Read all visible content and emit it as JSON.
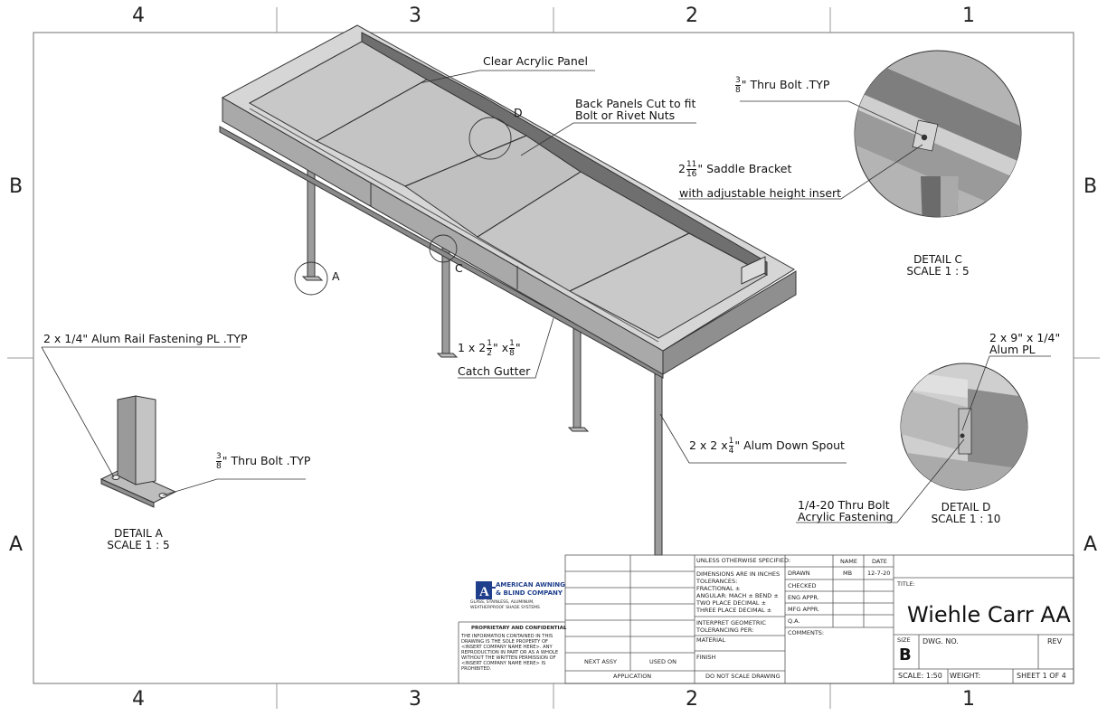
{
  "zones": {
    "top": [
      "4",
      "3",
      "2",
      "1"
    ],
    "bottom": [
      "4",
      "3",
      "2",
      "1"
    ],
    "left": [
      "B",
      "A"
    ],
    "right": [
      "B",
      "A"
    ]
  },
  "callouts": {
    "clear_acrylic_panel": "Clear Acrylic Panel",
    "back_panels_line1": "Back Panels Cut to fit",
    "back_panels_line2": "Bolt or Rivet Nuts",
    "thru_bolt_c": {
      "num": "3",
      "den": "8",
      "text": "\" Thru Bolt .TYP"
    },
    "saddle_bracket": {
      "whole": "2",
      "num": "11",
      "den": "16",
      "text": "\" Saddle Bracket",
      "line2": "with adjustable height insert"
    },
    "rail_fastening": "2 x 1/4\" Alum Rail Fastening PL .TYP",
    "thru_bolt_a": {
      "num": "3",
      "den": "8",
      "text": "\" Thru Bolt .TYP"
    },
    "catch_gutter": {
      "prefix": "1 x 2",
      "n1": "1",
      "d1": "2",
      "mid": "\" x",
      "n2": "1",
      "d2": "8",
      "suffix": "\"",
      "line2": "Catch Gutter"
    },
    "down_spout": {
      "prefix": "2 x 2 x",
      "num": "1",
      "den": "4",
      "text": "\" Alum Down Spout"
    },
    "alum_pl_line1": "2 x 9\" x 1/4\"",
    "alum_pl_line2": "Alum PL",
    "acrylic_fastening_line1": "1/4-20 Thru Bolt",
    "acrylic_fastening_line2": "Acrylic Fastening",
    "marker_a": "A",
    "marker_c": "C",
    "marker_d": "D"
  },
  "details": {
    "a": {
      "title": "DETAIL A",
      "scale": "SCALE 1 : 5"
    },
    "c": {
      "title": "DETAIL C",
      "scale": "SCALE 1 : 5"
    },
    "d": {
      "title": "DETAIL D",
      "scale": "SCALE 1 : 10"
    }
  },
  "title_block": {
    "company_line1": "AMERICAN AWNING",
    "company_line2": "& BLIND COMPANY",
    "company_small1": "GLASS, STAINLESS, ALUMINUM,",
    "company_small2": "WEATHERPROOF SHADE SYSTEMS",
    "proprietary_title": "PROPRIETARY AND CONFIDENTIAL",
    "proprietary_text": "THE INFORMATION CONTAINED IN THIS DRAWING IS THE SOLE PROPERTY OF <INSERT COMPANY NAME HERE>. ANY REPRODUCTION IN PART OR AS A WHOLE WITHOUT THE WRITTEN PERMISSION OF <INSERT COMPANY NAME HERE> IS PROHIBITED.",
    "next_assy": "NEXT ASSY",
    "used_on": "USED ON",
    "application": "APPLICATION",
    "unless": "UNLESS OTHERWISE SPECIFIED:",
    "dims1": "DIMENSIONS ARE IN INCHES",
    "dims2": "TOLERANCES:",
    "dims3": "FRACTIONAL ±",
    "dims4": "ANGULAR: MACH ±    BEND ±",
    "dims5": "TWO PLACE DECIMAL   ±",
    "dims6": "THREE PLACE DECIMAL  ±",
    "interpret1": "INTERPRET GEOMETRIC",
    "interpret2": "TOLERANCING PER:",
    "material": "MATERIAL",
    "finish": "FINISH",
    "do_not_scale": "DO NOT SCALE DRAWING",
    "name_hdr": "NAME",
    "date_hdr": "DATE",
    "drawn": "DRAWN",
    "drawn_name": "MB",
    "drawn_date": "12-7-20",
    "checked": "CHECKED",
    "eng_appr": "ENG APPR.",
    "mfg_appr": "MFG APPR.",
    "qa": "Q.A.",
    "comments": "COMMENTS:",
    "title_label": "TITLE:",
    "title": "Wiehle Carr AA",
    "size_label": "SIZE",
    "size": "B",
    "dwg_no": "DWG.  NO.",
    "rev": "REV",
    "scale": "SCALE: 1:50",
    "weight": "WEIGHT:",
    "sheet": "SHEET 1 OF 4"
  }
}
